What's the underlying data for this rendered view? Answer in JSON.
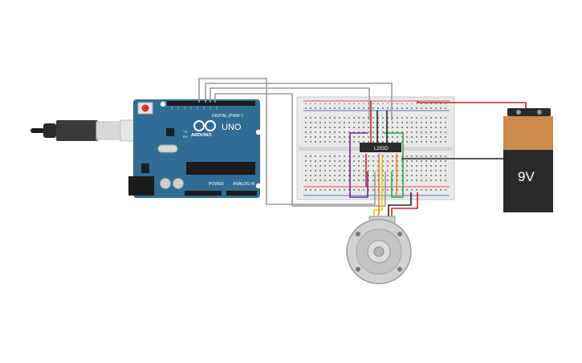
{
  "arduino": {
    "brand": "ARDUINO",
    "model": "UNO",
    "digital_header": "DIGITAL (PWM~)",
    "power_header": "POWER",
    "analog_header": "ANALOG IN",
    "tx_label": "TX",
    "rx_label": "RX",
    "board_color": "#2f6d94"
  },
  "ic": {
    "label": "L293D"
  },
  "battery": {
    "label": "9V",
    "top_color": "#c98a4a",
    "body_color": "#2a2a2a"
  },
  "colors": {
    "wire_gray": "#9a9a9a",
    "wire_red": "#cc2222",
    "wire_black": "#222222",
    "wire_purple": "#6a2a8a",
    "wire_green": "#2aa84a",
    "wire_orange": "#e08a1a",
    "wire_yellow": "#e8c81a"
  }
}
